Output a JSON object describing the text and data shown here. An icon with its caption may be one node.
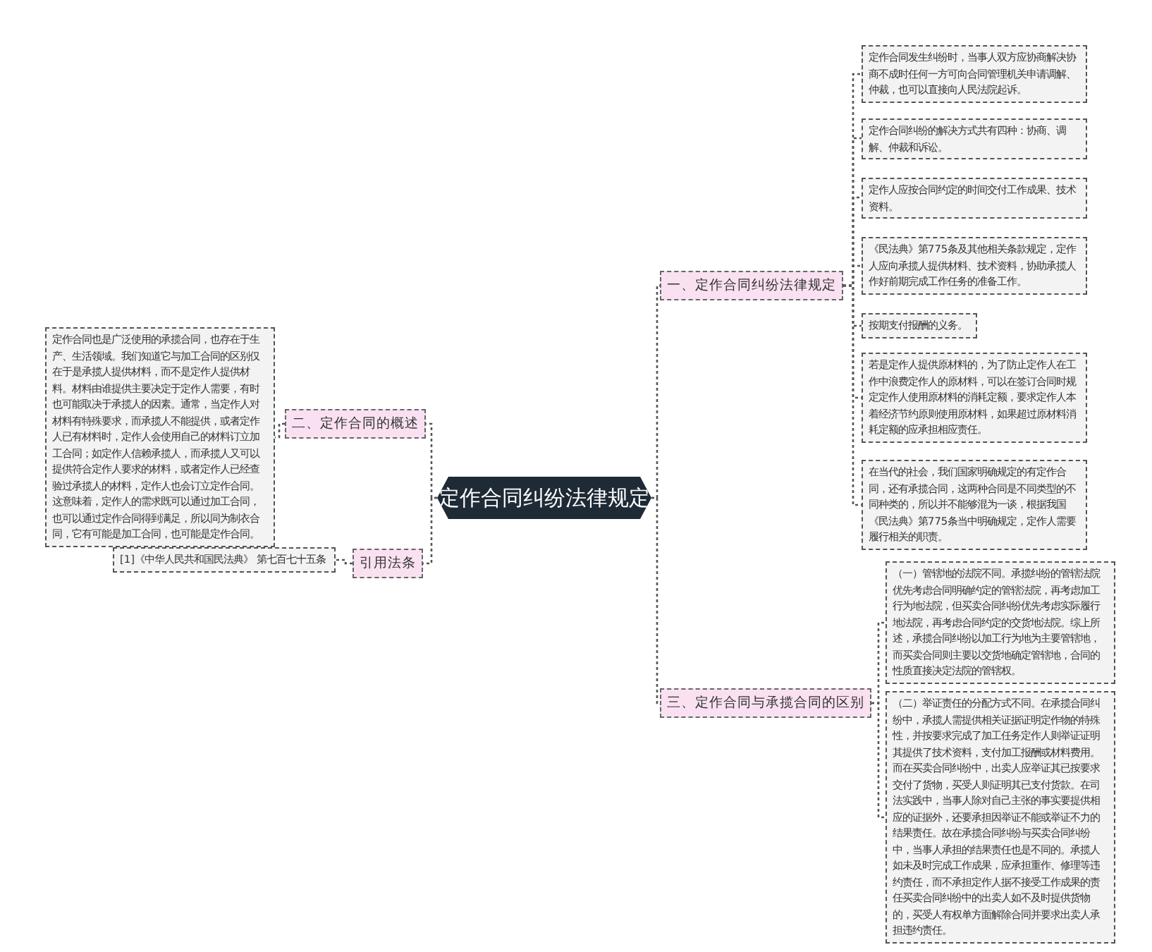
{
  "diagram": {
    "nodes": [
      {
        "text": [
          "定作合同纠纷法律规定"
        ]
      },
      {
        "text": [
          "一、定作合同纠纷法律规定"
        ]
      },
      {
        "text": [
          "三、定作合同与承揽合同的区别"
        ]
      },
      {
        "text": [
          "二、定作合同的概述"
        ]
      },
      {
        "text": [
          "引用法条"
        ]
      },
      {
        "text": [
          "定作合同发生纠纷时，当事人双方应协商解决协商不成时任何一方可向合同管理机关申请调解、仲裁，也可以直接向人民法院起诉。"
        ]
      },
      {
        "text": [
          "定作合同纠纷的解决方式共有四种：协商、调解、仲裁和诉讼。"
        ]
      },
      {
        "text": [
          "定作人应按合同约定的时间交付工作成果、技术资料。"
        ]
      },
      {
        "text": [
          "《民法典》第775条及其他相关条款规定，定作人应向承揽人提供材料、技术资料，协助承揽人作好前期完成工作任务的准备工作。"
        ]
      },
      {
        "text": [
          "按期支付报酬的义务。"
        ]
      },
      {
        "text": [
          "若是定作人提供原材料的，为了防止定作人在工作中浪费定作人的原材料，可以在签订合同时规定定作人使用原材料的消耗定额，要求定作人本着经济节约原则使用原材料，如果超过原材料消耗定额的应承担相应责任。"
        ]
      },
      {
        "text": [
          "在当代的社会，我们国家明确规定的有定作合同，还有承揽合同，这两种合同是不同类型的不同种类的，所以并不能够混为一谈，根据我国《民法典》第775条当中明确规定，定作人需要履行相关的职责。"
        ]
      },
      {
        "text": [
          "（一）管辖地的法院不同。承揽纠纷的管辖法院优先考虑合同明确约定的管辖法院，再考虑加工行为地法院，但买卖合同纠纷优先考虑实际履行地法院，再考虑合同约定的交货地法院。综上所述，承揽合同纠纷以加工行为地为主要管辖地，而买卖合同则主要以交货地确定管辖地，合同的性质直接决定法院的管辖权。"
        ]
      },
      {
        "text": [
          "（二）举证责任的分配方式不同。在承揽合同纠纷中，承揽人需提供相关证据证明定作物的特殊性，并按要求完成了加工任务定作人则举证证明其提供了技术资料，支付加工报酬或材料费用。而在买卖合同纠纷中，出卖人应举证其已按要求交付了货物，买受人则证明其已支付货款。在司法实践中，当事人除对自己主张的事实要提供相应的证据外，还要承担因举证不能或举证不力的结果责任。故在承揽合同纠纷与买卖合同纠纷中，当事人承担的结果责任也是不同的。承揽人如未及时完成工作成果，应承担重作、修理等违约责任，而不承担定作人据不接受工作成果的责任买卖合同纠纷中的出卖人如不及时提供货物的，买受人有权单方面解除合同并要求出卖人承担违约责任。"
        ]
      },
      {
        "text": [
          "定作合同也是广泛使用的承揽合同，也存在于生产、生活领域。我们知道它与加工合同的区别仅在于是承揽人提供材料，而不是定作人提供材料。材料由谁提供主要决定于定作人需要，有时也可能取决于承揽人的因素。通常，当定作人对材料有特殊要求，而承揽人不能提供，或者定作人已有材料时，定作人会使用自己的材料订立加工合同；如定作人信赖承揽人，而承揽人又可以提供符合定作人要求的材料，或者定作人已经查验过承揽人的材料，定作人也会订立定作合同。这意味着，定作人的需求既可以通过加工合同，也可以通过定作合同得到满足，所以同为制衣合同，它有可能是加工合同，也可能是定作合同。"
        ]
      },
      {
        "text": [
          "[1]《中华人民共和国民法典》 第七百七十五条"
        ]
      }
    ],
    "edges": [
      {
        "from": 0,
        "to": 1,
        "arrow": "none"
      },
      {
        "from": 0,
        "to": 2,
        "arrow": "none"
      },
      {
        "from": 0,
        "to": 3,
        "arrow": "none"
      },
      {
        "from": 0,
        "to": 4,
        "arrow": "none"
      },
      {
        "from": 1,
        "to": 5,
        "arrow": "none"
      },
      {
        "from": 1,
        "to": 6,
        "arrow": "none"
      },
      {
        "from": 1,
        "to": 7,
        "arrow": "none"
      },
      {
        "from": 1,
        "to": 8,
        "arrow": "none"
      },
      {
        "from": 1,
        "to": 9,
        "arrow": "none"
      },
      {
        "from": 1,
        "to": 10,
        "arrow": "none"
      },
      {
        "from": 1,
        "to": 11,
        "arrow": "none"
      },
      {
        "from": 2,
        "to": 12,
        "arrow": "none"
      },
      {
        "from": 2,
        "to": 13,
        "arrow": "none"
      },
      {
        "from": 3,
        "to": 14,
        "arrow": "none"
      },
      {
        "from": 4,
        "to": 15,
        "arrow": "none"
      }
    ]
  }
}
